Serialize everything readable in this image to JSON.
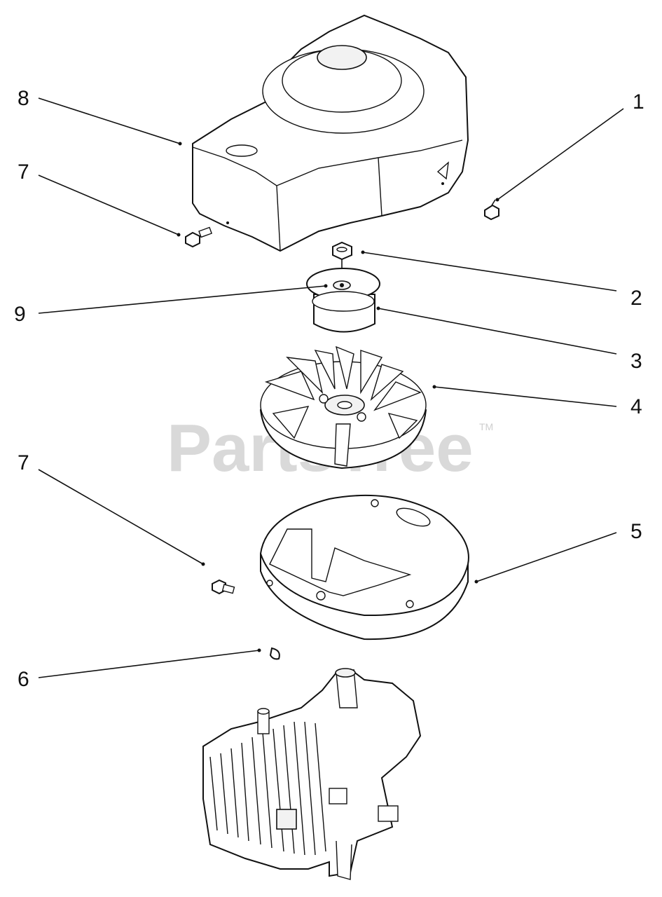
{
  "watermark": {
    "text": "PartsTree",
    "trademark": "TM"
  },
  "callouts": [
    {
      "id": "1",
      "label": "1"
    },
    {
      "id": "2",
      "label": "2"
    },
    {
      "id": "3",
      "label": "3"
    },
    {
      "id": "4",
      "label": "4"
    },
    {
      "id": "5",
      "label": "5"
    },
    {
      "id": "6",
      "label": "6"
    },
    {
      "id": "7a",
      "label": "7"
    },
    {
      "id": "7b",
      "label": "7"
    },
    {
      "id": "8",
      "label": "8"
    },
    {
      "id": "9",
      "label": "9"
    }
  ]
}
